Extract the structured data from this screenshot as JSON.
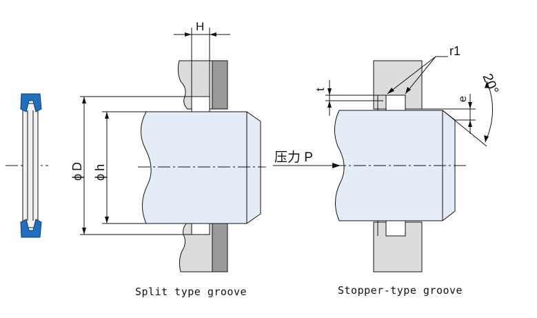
{
  "labels": {
    "H": "H",
    "D": "D",
    "h": "h",
    "phi": "ϕ",
    "r1": "r1",
    "t": "t",
    "e": "e",
    "angle": "20°",
    "pressure": "压力 P"
  },
  "captions": {
    "split": "Split type groove",
    "stopper": "Stopper-type groove"
  },
  "colors": {
    "rod_fill": "#e4ecf8",
    "housing_light": "#dcdcdc",
    "housing_dark": "#9a9a9a",
    "seal_blue": "#1f6fc2",
    "line": "#111111"
  }
}
